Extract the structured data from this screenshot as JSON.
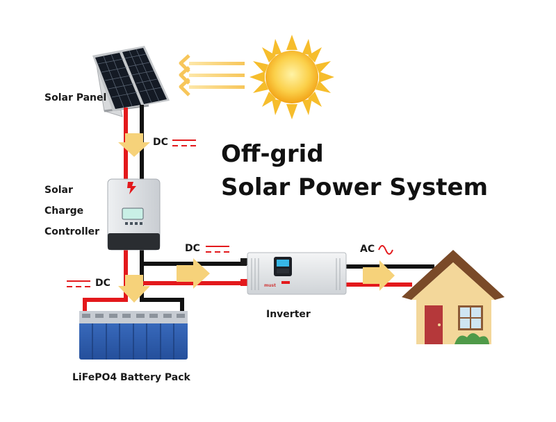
{
  "title": {
    "line1": "Off-grid",
    "line2": "Solar Power System"
  },
  "components": {
    "solar_panel": "Solar Panel",
    "controller": [
      "Solar",
      "Charge",
      "Controller"
    ],
    "battery": "LiFePO4 Battery Pack",
    "inverter": "Inverter",
    "inverter_brand": "must"
  },
  "current_labels": {
    "panel_to_controller": "DC",
    "controller_to_battery": "DC",
    "controller_to_inverter": "DC",
    "inverter_to_house": "AC"
  },
  "colors": {
    "positive_wire": "#e3191c",
    "negative_wire": "#111111",
    "flow_arrow": "#f6d27a",
    "sun": "#f5b21a",
    "house_wall": "#f3d79a",
    "house_roof": "#7a4a28",
    "battery": "#2f5fb3"
  }
}
